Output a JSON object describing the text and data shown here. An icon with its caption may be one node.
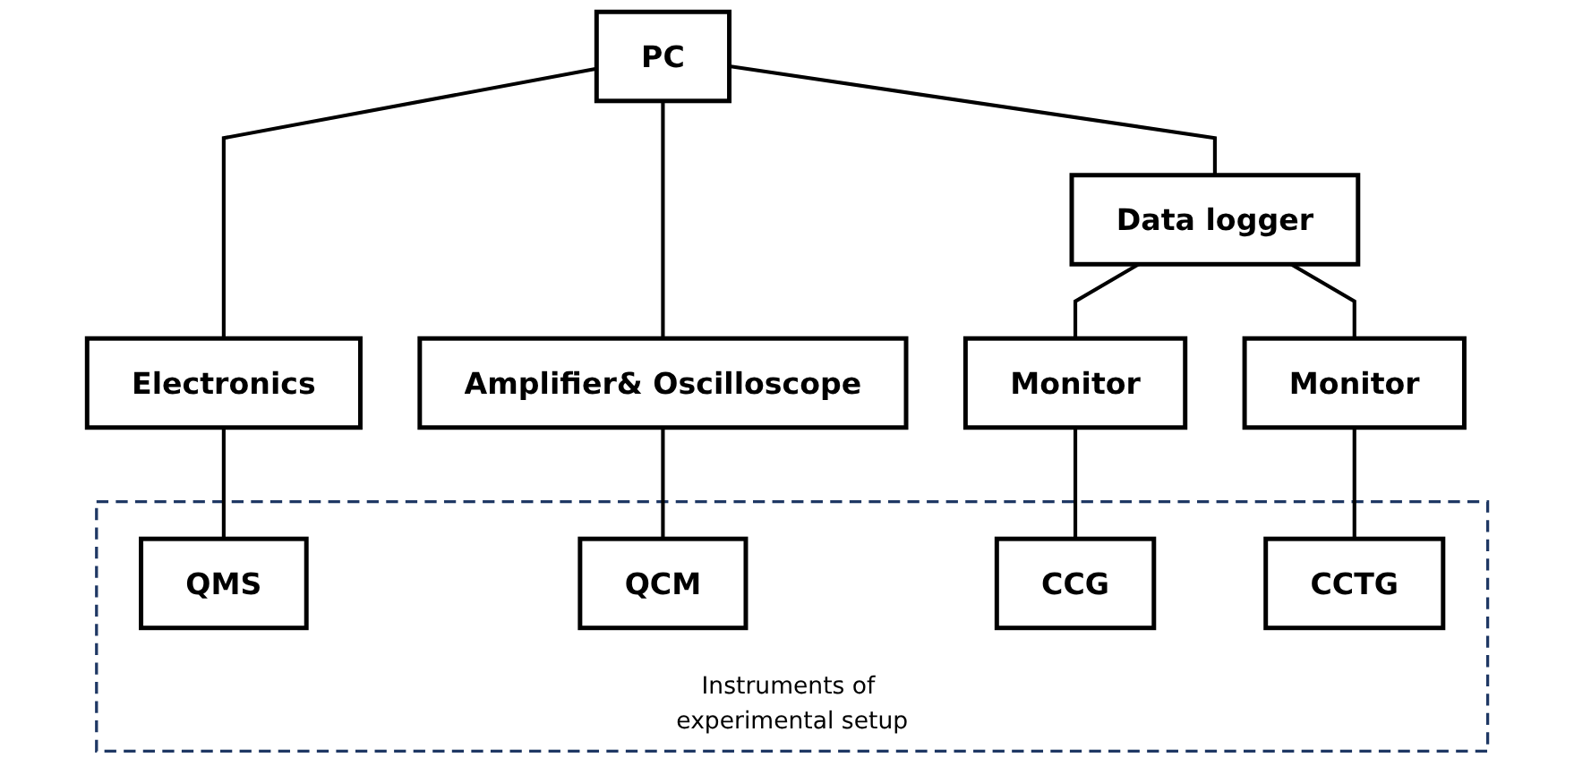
{
  "diagram": {
    "nodes": [
      {
        "text": [
          "PC"
        ]
      },
      {
        "text": [
          "Data logger"
        ]
      },
      {
        "text": [
          "Electronics"
        ]
      },
      {
        "text": [
          "Amplifier& Oscilloscope"
        ]
      },
      {
        "text": [
          "Monitor"
        ]
      },
      {
        "text": [
          "Monitor"
        ]
      },
      {
        "text": [
          "Instruments of experimental setup"
        ]
      },
      {
        "text": [
          "QMS"
        ],
        "in": 6
      },
      {
        "text": [
          "QCM"
        ],
        "in": 6
      },
      {
        "text": [
          "CCG"
        ],
        "in": 6
      },
      {
        "text": [
          "CCTG"
        ],
        "in": 6
      }
    ],
    "edges": [
      {
        "from": 0,
        "to": 1,
        "arrow": "none"
      },
      {
        "from": 0,
        "to": 3,
        "arrow": "none"
      },
      {
        "from": 0,
        "to": 2,
        "arrow": "none"
      },
      {
        "from": 2,
        "to": 7,
        "arrow": "none"
      },
      {
        "from": 3,
        "to": 8,
        "arrow": "none"
      },
      {
        "from": 1,
        "to": 4,
        "arrow": "none"
      },
      {
        "from": 1,
        "to": 5,
        "arrow": "none"
      },
      {
        "from": 4,
        "to": 9,
        "arrow": "none"
      },
      {
        "from": 5,
        "to": 10,
        "arrow": "none"
      }
    ]
  }
}
